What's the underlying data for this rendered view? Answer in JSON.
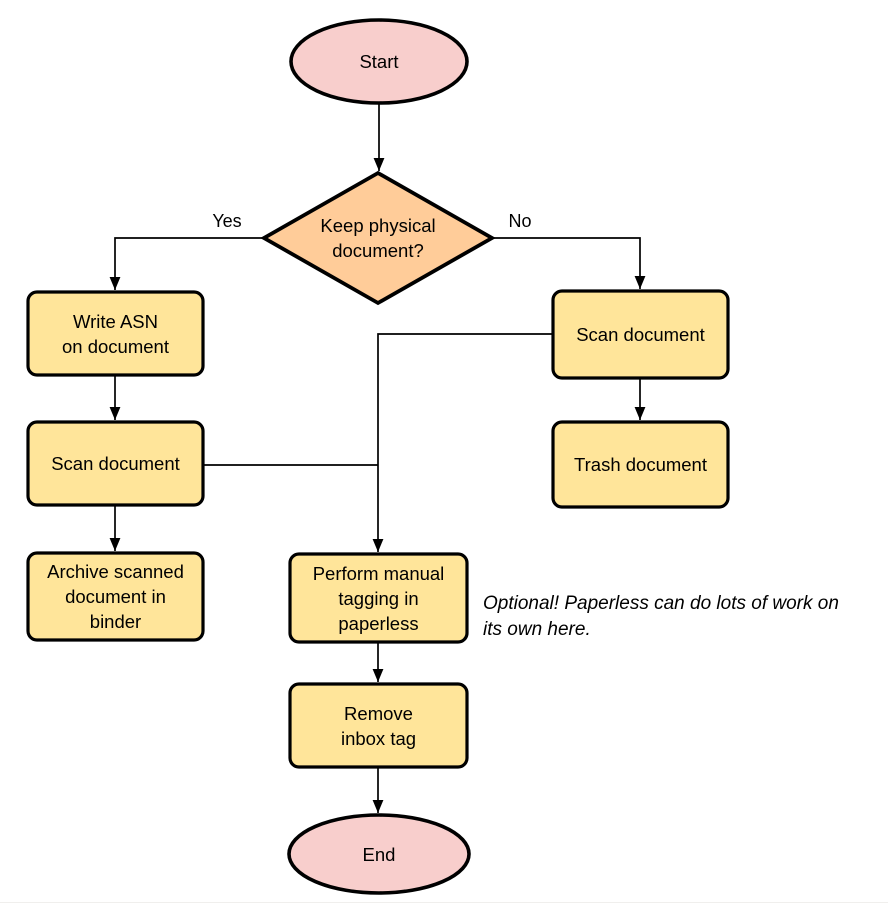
{
  "colors": {
    "terminal_fill": "#f8cecc",
    "decision_fill": "#ffcc99",
    "process_fill": "#ffe59a",
    "stroke_color": "#000000",
    "edge_color": "#000000",
    "text_color": "#000000",
    "divider_color": "#f0efed"
  },
  "nodes": {
    "start": {
      "label": "Start"
    },
    "decision": {
      "label": "Keep physical\ndocument?"
    },
    "write_asn": {
      "label": "Write ASN\non document"
    },
    "scan_left": {
      "label": "Scan document"
    },
    "archive": {
      "label": "Archive scanned\ndocument in\nbinder"
    },
    "scan_right": {
      "label": "Scan document"
    },
    "trash": {
      "label": "Trash document"
    },
    "tagging": {
      "label": "Perform manual\ntagging in\npaperless"
    },
    "remove_inbox": {
      "label": "Remove\ninbox tag"
    },
    "end": {
      "label": "End"
    }
  },
  "edge_labels": {
    "yes": "Yes",
    "no": "No"
  },
  "annotation": {
    "text": "Optional! Paperless can do lots of work on\nits own here."
  }
}
